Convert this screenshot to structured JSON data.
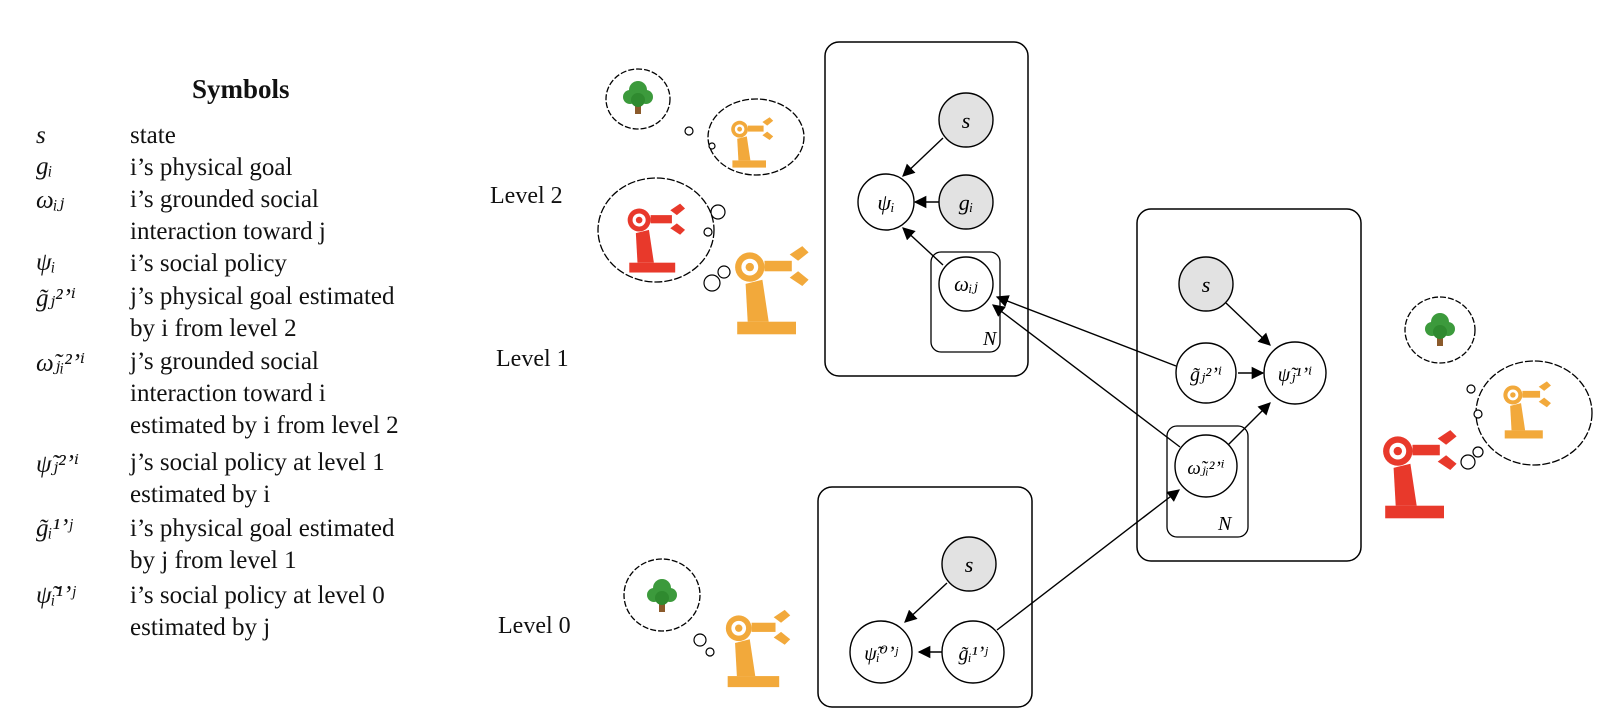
{
  "legend": {
    "title": "Symbols",
    "items": [
      {
        "symbol": "s",
        "description": [
          "state"
        ]
      },
      {
        "symbol": "gᵢ",
        "description": [
          "i’s physical goal"
        ]
      },
      {
        "symbol": "ωᵢⱼ",
        "description": [
          "i’s grounded social",
          "interaction toward j"
        ]
      },
      {
        "symbol": "ψᵢ",
        "description": [
          "i’s social policy"
        ]
      },
      {
        "symbol": "g̃ⱼ²ʼⁱ",
        "description": [
          "j’s physical goal estimated",
          "by i from level 2"
        ]
      },
      {
        "symbol": "ω̃ⱼᵢ²ʼⁱ",
        "description": [
          "j’s grounded social",
          "interaction toward i",
          "estimated by i from level 2"
        ]
      },
      {
        "symbol": "ψ̃ⱼ²ʼⁱ",
        "description": [
          "j’s social policy at level 1",
          "estimated by i"
        ]
      },
      {
        "symbol": "g̃ᵢ¹ʼʲ",
        "description": [
          "i’s physical goal estimated",
          "by j from level 1"
        ]
      },
      {
        "symbol": "ψ̃ᵢ¹ʼʲ",
        "description": [
          "i’s social policy at level 0",
          "estimated by j"
        ]
      }
    ]
  },
  "levels": {
    "level2": "Level 2",
    "level1": "Level 1",
    "level0": "Level 0"
  },
  "nodes": {
    "l2_s": "s",
    "l2_psi": "ψᵢ",
    "l2_g": "gᵢ",
    "l2_omega": "ωᵢⱼ",
    "l2_plate": "N",
    "l1_s": "s",
    "l1_g": "g̃ⱼ²ʼⁱ",
    "l1_psi": "ψ̃ⱼ¹ʼⁱ",
    "l1_omega": "ω̃ⱼᵢ²ʼⁱ",
    "l1_plate": "N",
    "l0_s": "s",
    "l0_psi": "ψ̃ᵢ⁰ʼʲ",
    "l0_g": "g̃ᵢ¹ʼʲ"
  },
  "colors": {
    "observed_fill": "#e2e2e2",
    "robot_orange": "#f2a93b",
    "robot_red": "#e8392b",
    "tree_green": "#3c9a3c",
    "tree_trunk": "#8b5a2b"
  },
  "icons": [
    "robot-arm-orange-icon",
    "robot-arm-red-icon",
    "tree-icon",
    "thought-bubble-icon"
  ]
}
